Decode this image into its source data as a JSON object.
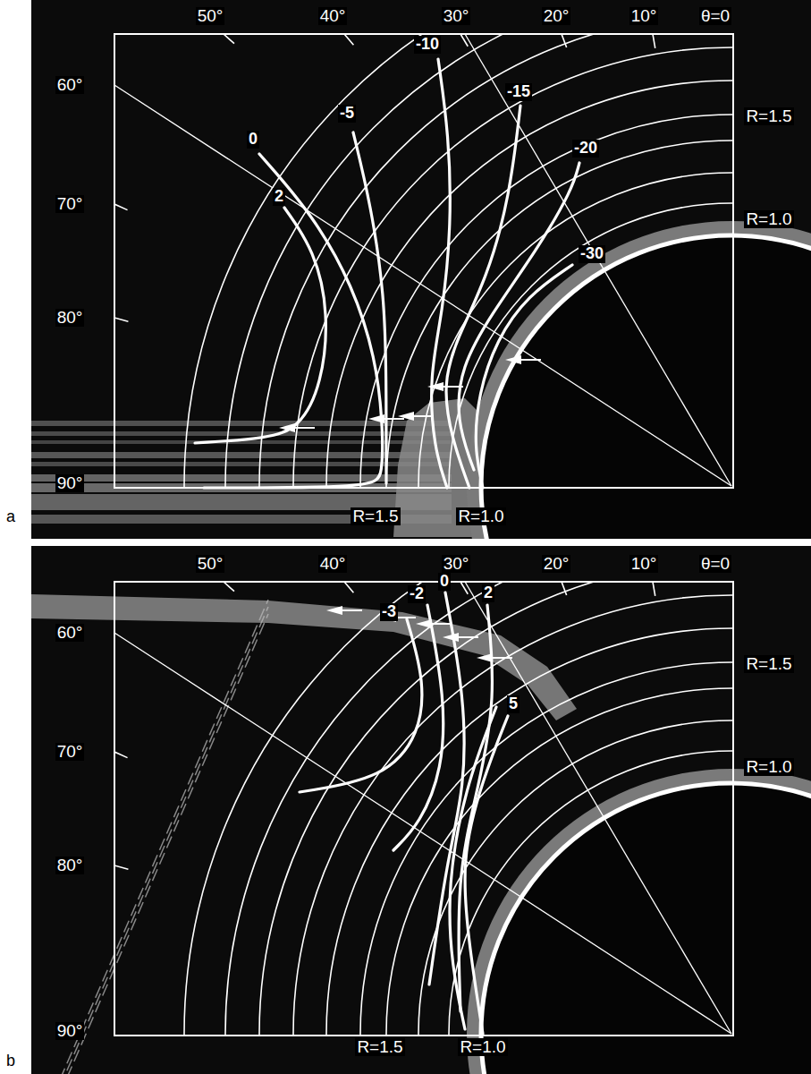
{
  "diagram": {
    "labels": [
      "50°",
      "40°",
      "30°",
      "20°",
      "10°",
      "θ=0",
      "60°",
      "70°",
      "80°",
      "90°",
      "R=1.5",
      "R=1.0",
      "0",
      "-5",
      "-10",
      "-15",
      "-20",
      "-30",
      "2",
      "R=1.5",
      "R=1.0",
      "a",
      "50°",
      "40°",
      "30°",
      "20°",
      "10°",
      "θ=0",
      "60°",
      "70°",
      "80°",
      "90°",
      "R=1.5",
      "R=1.0",
      "-3",
      "-2",
      "0",
      "2",
      "5",
      "R=1.5",
      "R=1.0",
      "b"
    ]
  }
}
